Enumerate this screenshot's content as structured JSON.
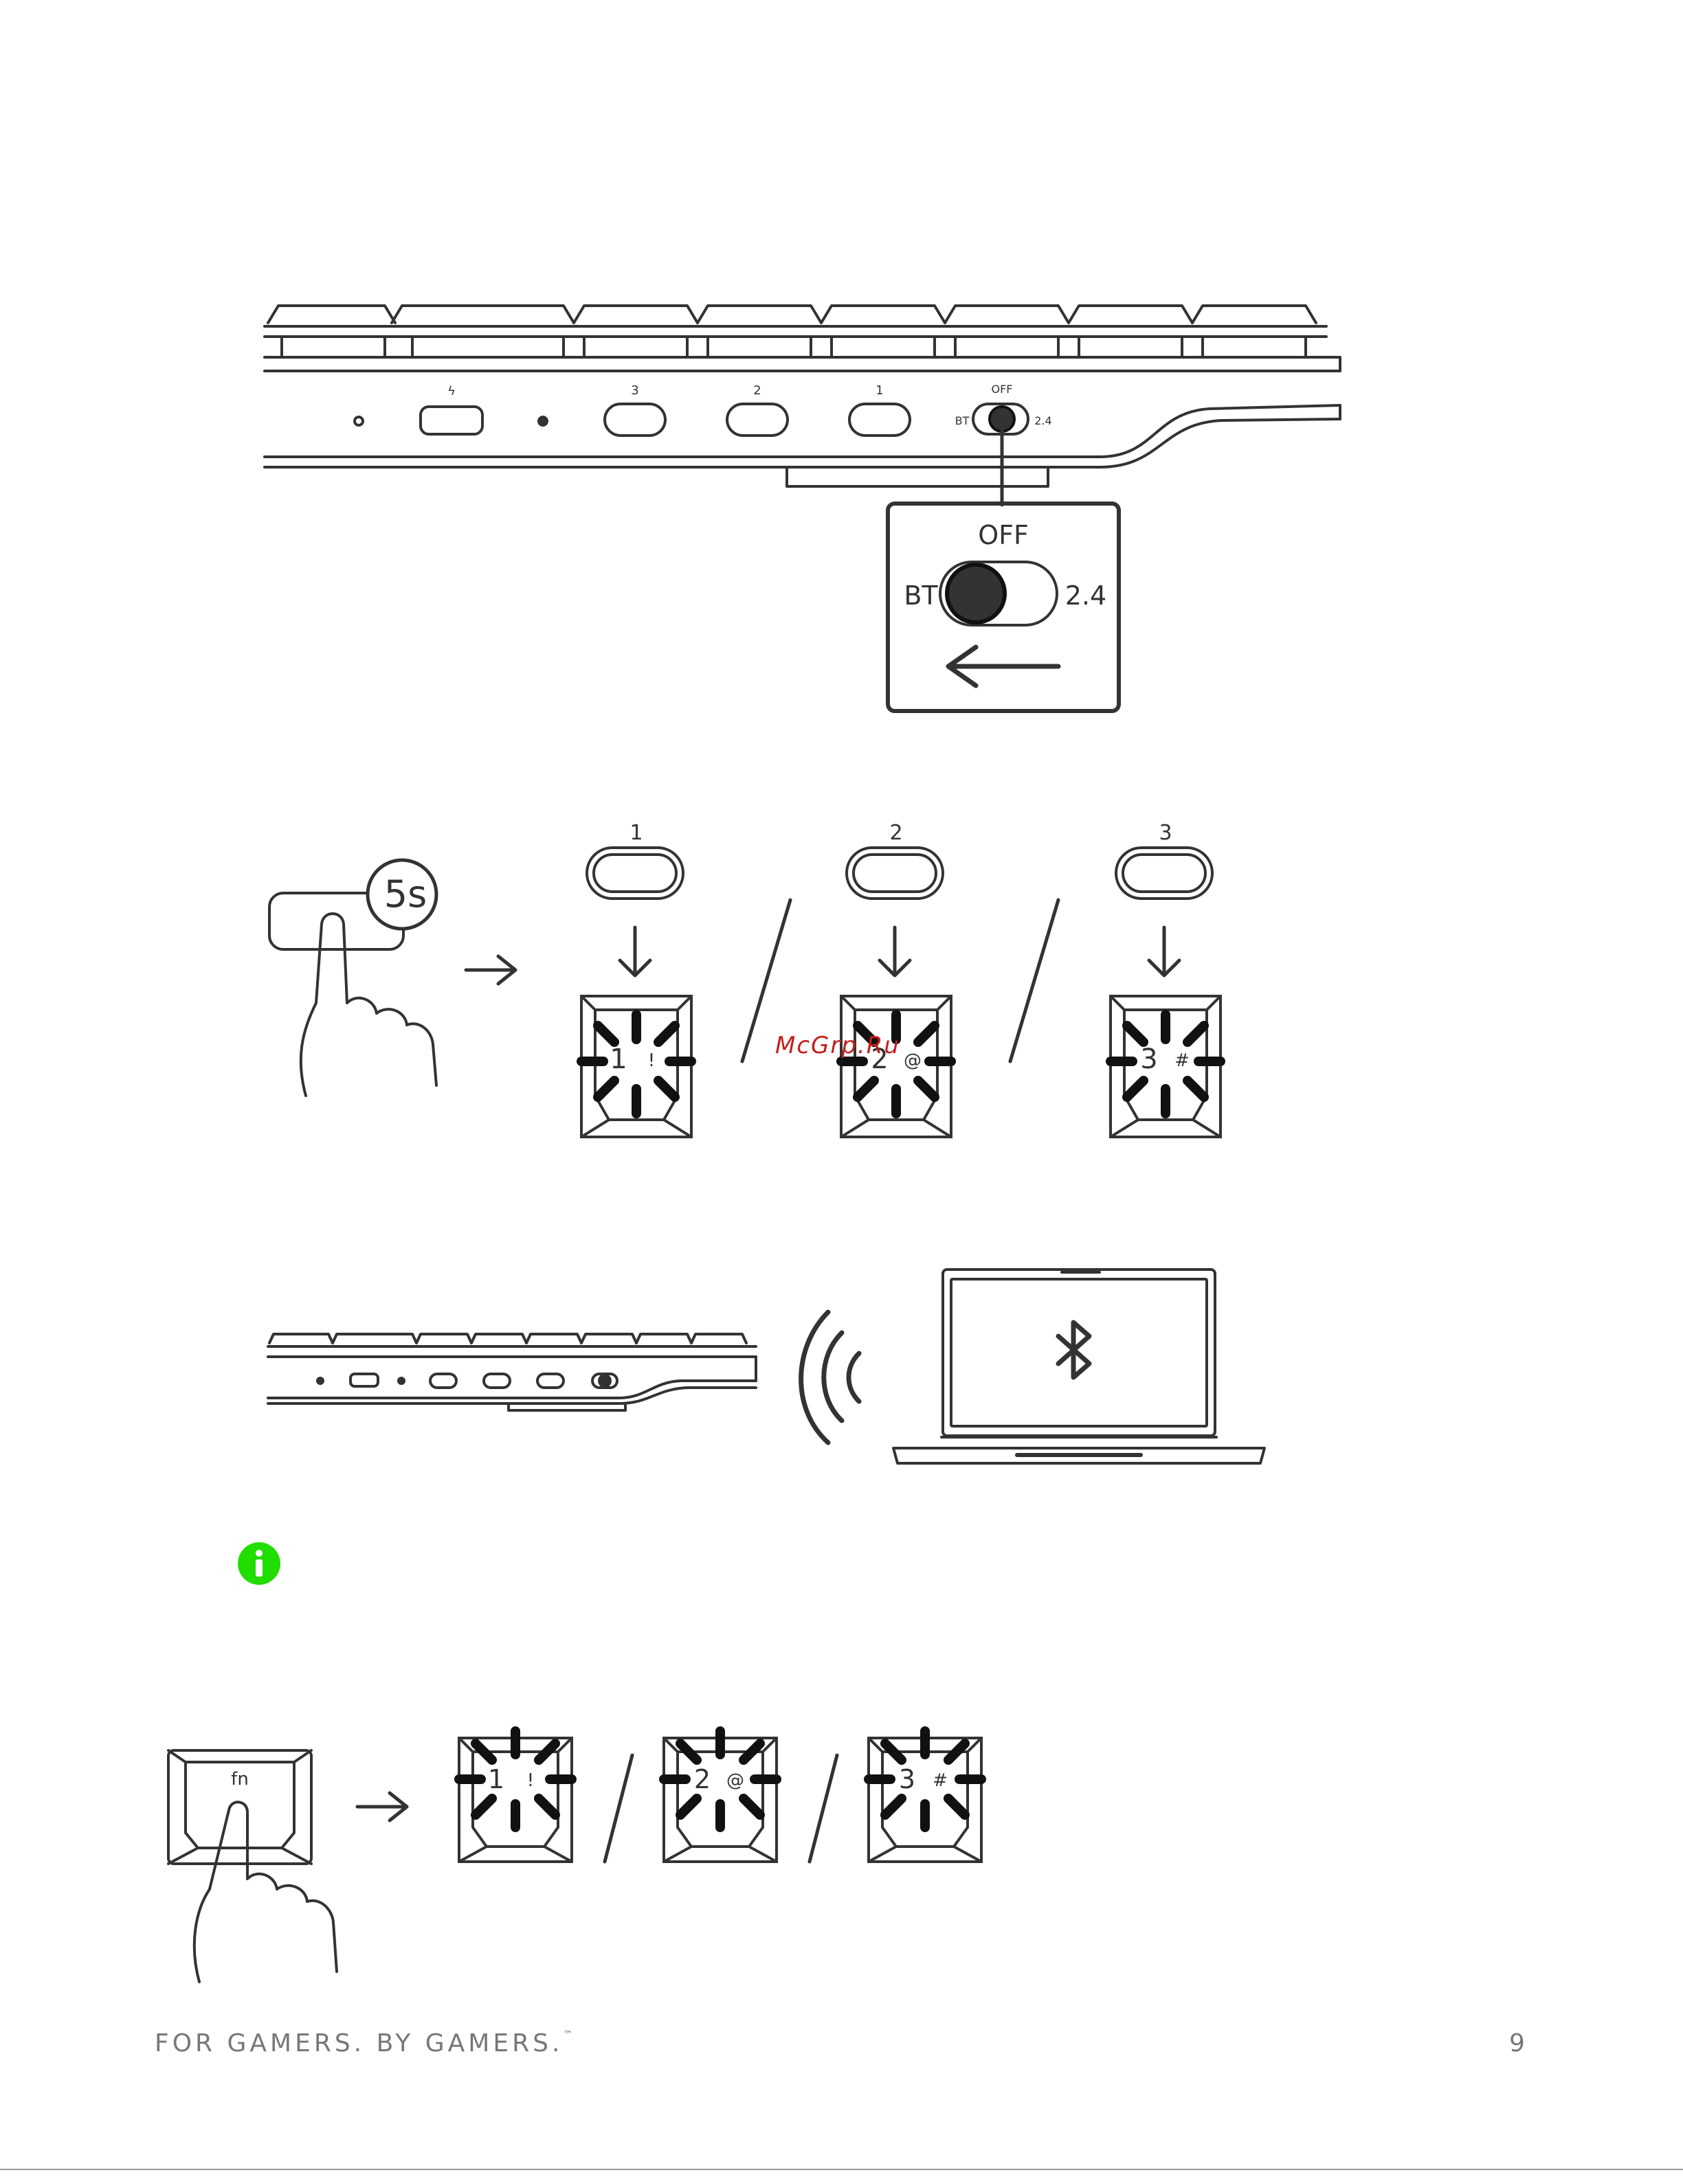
{
  "illustration1": {
    "port_label": "ϟ",
    "button_labels": [
      "3",
      "2",
      "1"
    ],
    "switch_off": "OFF",
    "switch_bt": "BT",
    "switch_24": "2.4",
    "zoom_off": "OFF",
    "zoom_bt": "BT",
    "zoom_24": "2.4"
  },
  "illustration2": {
    "hold_time": "5s",
    "slots": [
      {
        "label": "1",
        "key_main": "1",
        "key_alt": "!"
      },
      {
        "label": "2",
        "key_main": "2",
        "key_alt": "@"
      },
      {
        "label": "3",
        "key_main": "3",
        "key_alt": "#"
      }
    ]
  },
  "illustration4": {
    "fn_label": "fn",
    "keys": [
      {
        "key_main": "1",
        "key_alt": "!"
      },
      {
        "key_main": "2",
        "key_alt": "@"
      },
      {
        "key_main": "3",
        "key_alt": "#"
      }
    ]
  },
  "colors": {
    "info_icon": "#22dd00",
    "watermark": "#c41e1e"
  },
  "watermark": "McGrp.Ru",
  "footer": {
    "tagline": "FOR GAMERS. BY GAMERS.",
    "trademark": "™",
    "page_number": "9"
  }
}
